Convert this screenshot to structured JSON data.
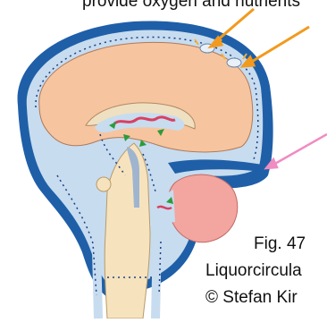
{
  "header": {
    "cut_text": "provide  oxygen and nutrients"
  },
  "caption": {
    "line1": "Fig. 47",
    "line2": "Liquorcircula",
    "line3": "© Stefan Kir"
  },
  "colors": {
    "skull_blue": "#1f5fa8",
    "csf_light": "#c7dcef",
    "cortex": "#f6c5a0",
    "cerebellum": "#f3a5a0",
    "brainstem": "#f6e3bd",
    "plexus": "#d94060",
    "arrow_orange": "#f29a1e",
    "arrow_pink": "#ef8cc2",
    "flow_green": "#2e9a3a",
    "flow_dots": "#1c3f86"
  }
}
